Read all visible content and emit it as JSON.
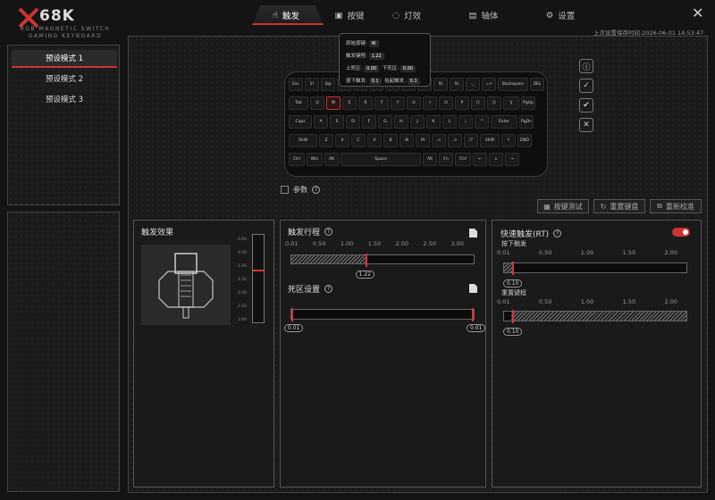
{
  "brand": {
    "name": "68K",
    "line1": "RGB MAGNETIC SWITCH",
    "line2": "GAMING KEYBOARD"
  },
  "tabs": [
    {
      "label": "触发",
      "icon": "hand-pointer-icon"
    },
    {
      "label": "按键",
      "icon": "keyboard-icon"
    },
    {
      "label": "灯效",
      "icon": "lightbulb-icon"
    },
    {
      "label": "轴体",
      "icon": "switch-icon"
    },
    {
      "label": "设置",
      "icon": "gear-icon"
    }
  ],
  "save_info": "上次设置保存时间:2026-06-01 14:53:47",
  "presets": [
    "预设模式 1",
    "预设模式 2",
    "预设模式 3"
  ],
  "popup": {
    "orig_key_label": "原始按键:",
    "orig_key": "W",
    "actuation_label": "触发键程:",
    "actuation": "1.22",
    "upper_dz_label": "上死区:",
    "upper_dz": "0.00",
    "lower_dz_label": "下死区:",
    "lower_dz": "0.00",
    "press_label": "按下触发:",
    "press": "0.1",
    "release_label": "抬起触发:",
    "release": "0.1"
  },
  "keyboard": {
    "rows": [
      [
        "Esc",
        "1!",
        "2@",
        "3#",
        "4$",
        "5%",
        "6^",
        "7&",
        "8*",
        "9(",
        "0)",
        "-_",
        "=+",
        "Backspace",
        "DEL"
      ],
      [
        "Tab",
        "Q",
        "W",
        "E",
        "R",
        "T",
        "Y",
        "U",
        "I",
        "O",
        "P",
        "[{",
        "]}",
        "\\|",
        "PgUp"
      ],
      [
        "Caps",
        "A",
        "S",
        "D",
        "F",
        "G",
        "H",
        "J",
        "K",
        "L",
        ";:",
        "'\"",
        "Enter",
        "PgDn"
      ],
      [
        "Shift",
        "Z",
        "X",
        "C",
        "V",
        "B",
        "N",
        "M",
        ",<",
        ".>",
        "/?",
        "Shift",
        "↑",
        "END"
      ],
      [
        "Ctrl",
        "Win",
        "Alt",
        "Space",
        "Alt",
        "Fn",
        "Ctrl",
        "←",
        "↓",
        "→"
      ]
    ],
    "highlight": "W"
  },
  "params_label": "参数",
  "actions": {
    "test": "按键测试",
    "reset": "重置键盘",
    "recalibrate": "重新校准"
  },
  "trigger_effect": {
    "title": "触发效果",
    "scale": [
      "0.00",
      "0.50",
      "1.00",
      "1.50",
      "2.00",
      "2.50",
      "3.00"
    ],
    "level": 0.4
  },
  "trigger_travel": {
    "title": "触发行程",
    "ticks": [
      "0.01",
      "0.50",
      "1.00",
      "1.50",
      "2.00",
      "2.50",
      "3.00"
    ],
    "value": 1.22,
    "min": 0.01,
    "max": 3.0,
    "value_label": "1.22"
  },
  "dead_zone": {
    "title": "死区设置",
    "left_value": "0.01",
    "right_value": "0.01"
  },
  "rapid_trigger": {
    "title": "快速触发(RT)",
    "enabled": true,
    "press_label": "按下触发",
    "release_label": "重置键程",
    "ticks": [
      "0.01",
      "0.50",
      "1.00",
      "1.50",
      "2.00"
    ],
    "press_value": 0.1,
    "release_value": 0.1,
    "press_value_label": "0.10",
    "release_value_label": "0.10"
  },
  "colors": {
    "accent": "#cc3333"
  }
}
